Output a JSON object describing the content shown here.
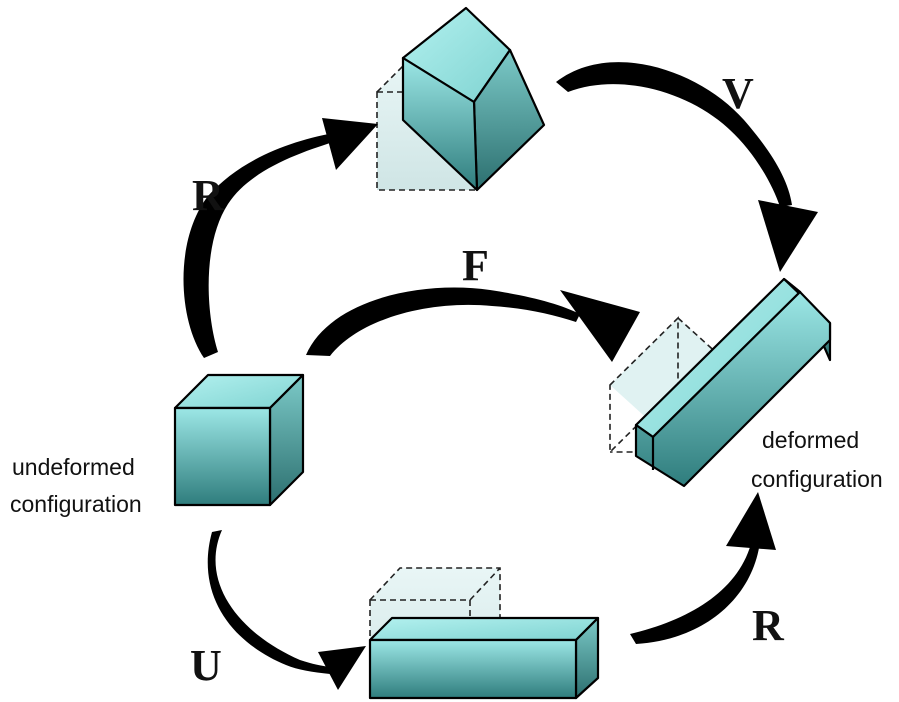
{
  "labels": {
    "R_top": "R",
    "V": "V",
    "F": "F",
    "U": "U",
    "R_bottom": "R",
    "undeformed_line1": "undeformed",
    "undeformed_line2": "configuration",
    "deformed_line1": "deformed",
    "deformed_line2": "configuration"
  },
  "colors": {
    "block_front": "#4aa3a3",
    "block_top": "#8fe0de",
    "block_side": "#3a8c8c",
    "ghost_fill": "#d6ecec",
    "edge": "#000000",
    "arrow": "#000000"
  }
}
